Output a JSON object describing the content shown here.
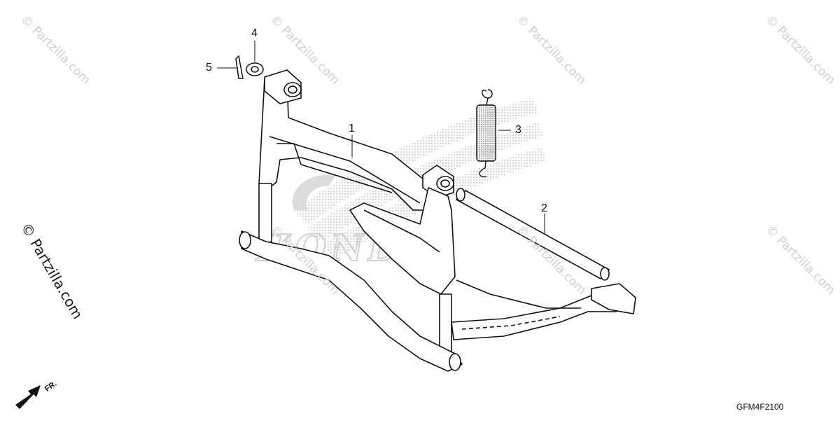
{
  "diagram": {
    "callouts": [
      {
        "id": "1",
        "label": "1"
      },
      {
        "id": "2",
        "label": "2"
      },
      {
        "id": "3",
        "label": "3"
      },
      {
        "id": "4",
        "label": "4"
      },
      {
        "id": "5",
        "label": "5"
      }
    ],
    "diagram_code": "GFM4F2100",
    "front_indicator": "FR.",
    "brand_mark": "HONDA",
    "watermark_text": "© Partzilla.com",
    "side_watermark_text": "© Partzilla.com"
  },
  "colors": {
    "line": "#111111",
    "watermark": "#cfcfcf",
    "honda_logo": "#d8d8d8"
  }
}
